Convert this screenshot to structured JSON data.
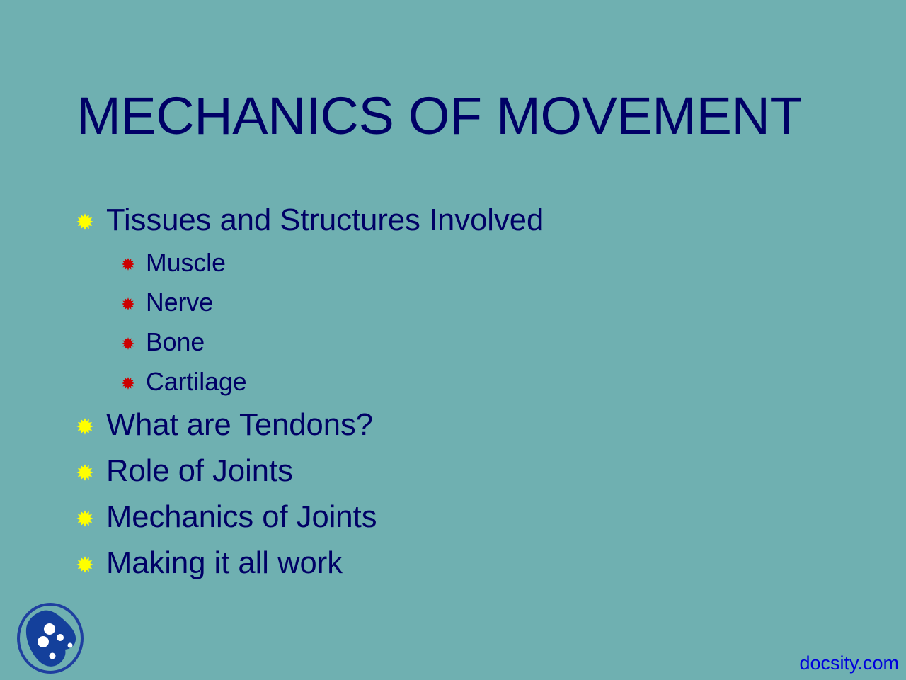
{
  "slide": {
    "background_color": "#6fb0b1",
    "title": "MECHANICS OF MOVEMENT",
    "title_color": "#000066",
    "body_text_color": "#000066"
  },
  "bullets": [
    {
      "level": 1,
      "text": "Tissues and Structures Involved",
      "marker": "yellow-starburst-bullet-icon",
      "marker_color": "#ffff00"
    },
    {
      "level": 2,
      "text": "Muscle",
      "marker": "red-starburst-bullet-icon",
      "marker_color": "#cc0000"
    },
    {
      "level": 2,
      "text": "Nerve",
      "marker": "red-starburst-bullet-icon",
      "marker_color": "#cc0000"
    },
    {
      "level": 2,
      "text": "Bone",
      "marker": "red-starburst-bullet-icon",
      "marker_color": "#cc0000"
    },
    {
      "level": 2,
      "text": "Cartilage",
      "marker": "red-starburst-bullet-icon",
      "marker_color": "#cc0000"
    },
    {
      "level": 1,
      "text": "What are Tendons?",
      "marker": "yellow-starburst-bullet-icon",
      "marker_color": "#ffff00"
    },
    {
      "level": 1,
      "text": "Role of Joints",
      "marker": "yellow-starburst-bullet-icon",
      "marker_color": "#ffff00"
    },
    {
      "level": 1,
      "text": "Mechanics of Joints",
      "marker": "yellow-starburst-bullet-icon",
      "marker_color": "#ffff00"
    },
    {
      "level": 1,
      "text": "Making it all work",
      "marker": "yellow-starburst-bullet-icon",
      "marker_color": "#ffff00"
    }
  ],
  "logo": {
    "name": "docsity-logo",
    "outline_color": "#1f3fa0",
    "fill_color": "#14409b",
    "dot_color": "#ffffff"
  },
  "watermark": {
    "text": "docsity.com",
    "color": "#0000dd"
  }
}
